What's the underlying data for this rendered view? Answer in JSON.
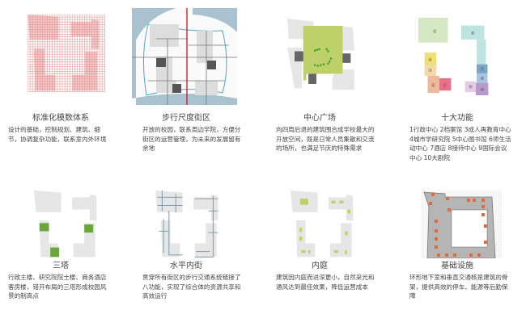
{
  "panels": [
    {
      "title": "标准化模数体系",
      "desc": "设计的基础，控制规划、建筑、细节，协调复杂功能，联系室内外环境",
      "icon": "modular-grid-diagram"
    },
    {
      "title": "步行尺度街区",
      "desc": "开放的校园，联系周边学院，方便分街区的运营管理，为未来的发展留有余地",
      "icon": "street-block-plan"
    },
    {
      "title": "中心广场",
      "desc": "向四周后退的建筑围合成学校最大的开放空间，既是日常人员集散和交流的场所，也满足节庆的特殊需求",
      "icon": "central-plaza-diagram"
    },
    {
      "title": "十大功能",
      "desc": "1行政中心 2档案馆 3成人再教育中心 4城市学研究院 5中心图书馆 6师生活动中心 7酒店 8接待中心 9国际会议中心 10大剧院",
      "icon": "function-zones-diagram"
    },
    {
      "title": "三塔",
      "desc": "行政主楼、研究院院士楼、商务酒店客房楼，错开布局的三塔形成校园风景的制高点",
      "icon": "three-towers-diagram"
    },
    {
      "title": "水平内街",
      "desc": "贯穿所有街区的步行交通系统链接了八功能，实现了综合体的资源共享和高效运行",
      "icon": "inner-street-diagram"
    },
    {
      "title": "内庭",
      "desc": "建筑因内庭而进深更小，自然采光和通风达到最佳效果，降低运营成本",
      "icon": "courtyard-diagram"
    },
    {
      "title": "基础设施",
      "desc": "环形地下室和垂直交通核是建筑的骨架，提供高效的停车、能源等后勤保障",
      "icon": "infrastructure-plan"
    }
  ],
  "function_labels": [
    "①",
    "②",
    "③",
    "④",
    "⑤",
    "⑥",
    "⑦",
    "⑧",
    "⑨",
    "⑩"
  ],
  "colors": {
    "footprint": "#e6e6e6",
    "green": "#6aa63a",
    "plaza": "#bdd168",
    "grid": "#e38a8a",
    "axis": "#c0282a",
    "water": "#a9c2cf",
    "street": "#7f9db0",
    "core": "#e06a3c",
    "tower": "#666666"
  }
}
